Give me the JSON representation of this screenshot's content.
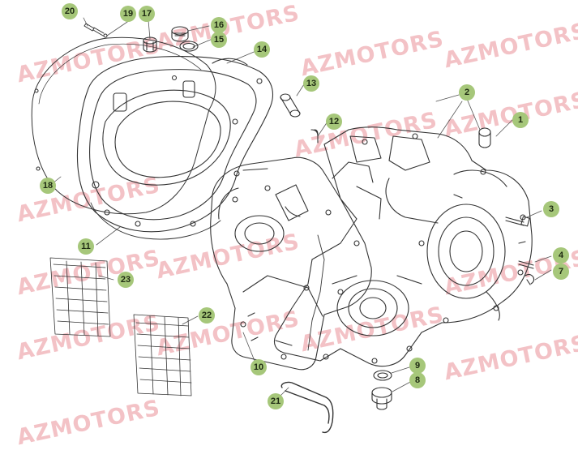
{
  "watermark": "AZMOTORS",
  "colors": {
    "callout_fill": "#a6c77a",
    "callout_text": "#1e2a12",
    "watermark": "#f2b8bd",
    "line_art": "#333333"
  },
  "callouts": [
    {
      "num": "1"
    },
    {
      "num": "2"
    },
    {
      "num": "3"
    },
    {
      "num": "4"
    },
    {
      "num": "7"
    },
    {
      "num": "8"
    },
    {
      "num": "9"
    },
    {
      "num": "10"
    },
    {
      "num": "11"
    },
    {
      "num": "12"
    },
    {
      "num": "13"
    },
    {
      "num": "14"
    },
    {
      "num": "15"
    },
    {
      "num": "16"
    },
    {
      "num": "17"
    },
    {
      "num": "18"
    },
    {
      "num": "19"
    },
    {
      "num": "20"
    },
    {
      "num": "21"
    },
    {
      "num": "22"
    },
    {
      "num": "23"
    }
  ]
}
